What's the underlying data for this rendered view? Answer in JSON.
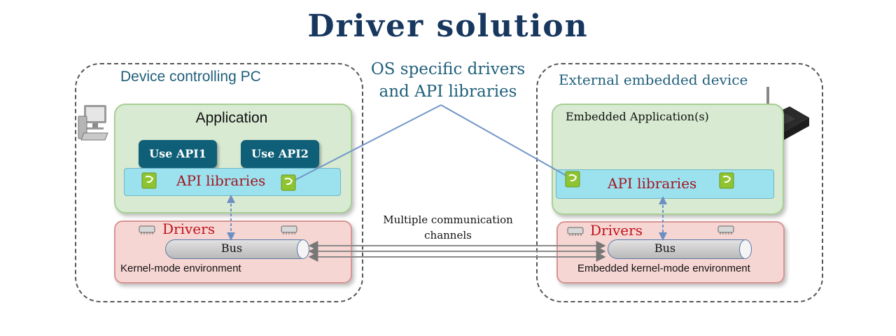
{
  "title": "Driver solution",
  "callout": {
    "line1": "OS specific drivers",
    "line2": "and API libraries"
  },
  "left": {
    "group_label": "Device  controlling PC",
    "application_label": "Application",
    "use_api_1": "Use API1",
    "use_api_2": "Use API2",
    "api_libraries": "API libraries",
    "drivers": "Drivers",
    "bus": "Bus",
    "kernel_env": "Kernel-mode environment"
  },
  "right": {
    "group_label": "External embedded device",
    "application_label": "Embedded Application(s)",
    "api_libraries": "API libraries",
    "drivers": "Drivers",
    "bus": "Bus",
    "kernel_env": "Embedded kernel-mode environment"
  },
  "channels": {
    "line1": "Multiple communication",
    "line2": "channels"
  },
  "icons": [
    "computer-icon",
    "library-icon",
    "chip-icon",
    "embedded-device-icon"
  ],
  "colors": {
    "title": "#17375e",
    "application_fill": "#d8ead2",
    "kernel_fill": "#f6d6d3",
    "api_bar_fill": "#9be2ee",
    "use_api_button": "#0f5f78",
    "api_text": "#a3141f",
    "drivers_text": "#c0121c",
    "connector_line": "#7296c8"
  }
}
